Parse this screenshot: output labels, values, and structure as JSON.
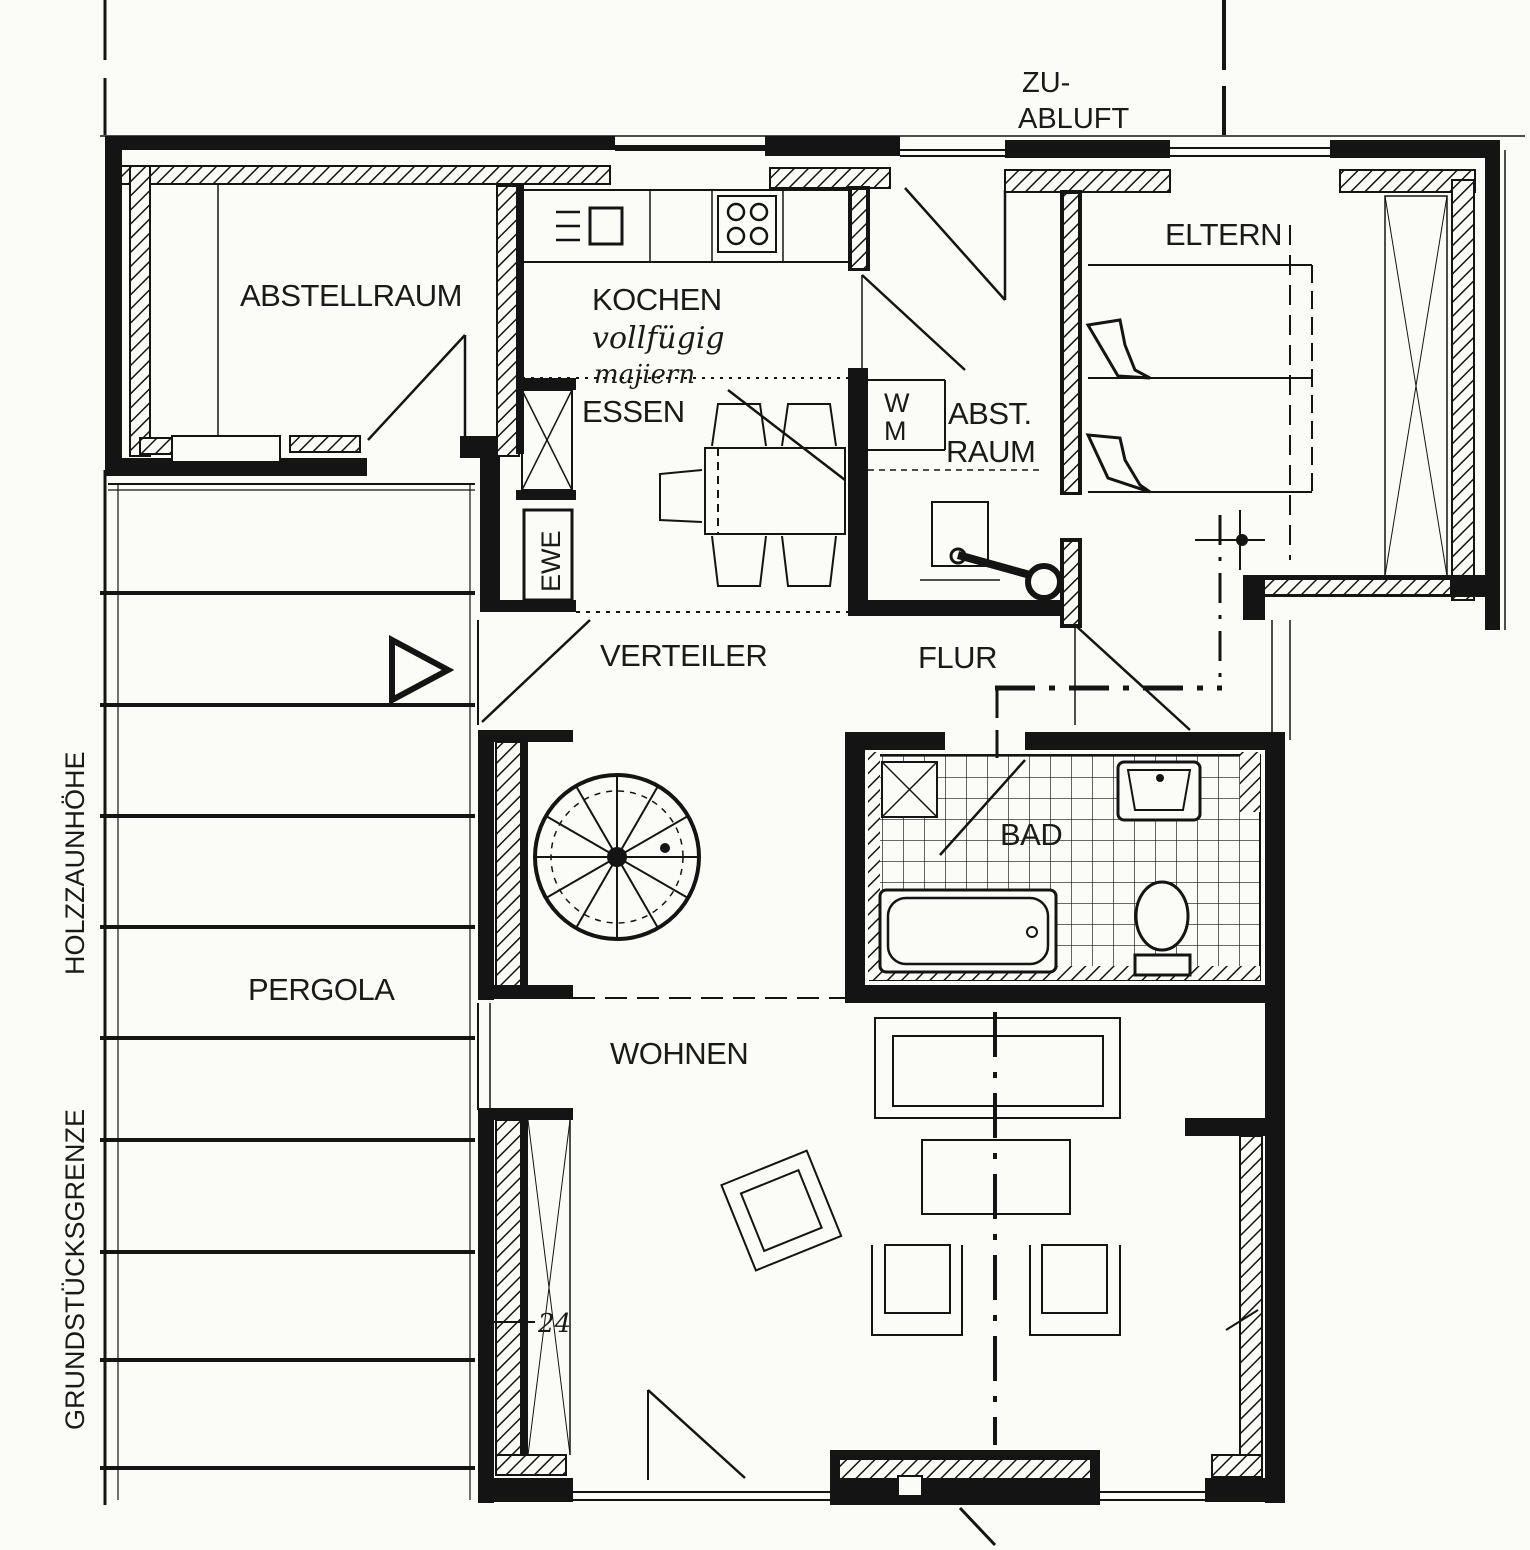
{
  "rooms": {
    "abstellraum": "ABSTELLRAUM",
    "kochen": "KOCHEN",
    "essen": "ESSEN",
    "abst_raum_line1": "ABST.",
    "abst_raum_line2": "RAUM",
    "eltern": "ELTERN",
    "verteiler": "VERTEILER",
    "flur": "FLUR",
    "bad": "BAD",
    "wohnen": "WOHNEN",
    "pergola": "PERGOLA"
  },
  "labels": {
    "zu_abluft_line1": "ZU-",
    "zu_abluft_line2": "ABLUFT",
    "ewe": "EWE",
    "wm": "WM",
    "holzzaunhoehe": "HOLZZAUNHÖHE",
    "grundstuecksgrenze": "GRUNDSTÜCKSGRENZE"
  },
  "handwritten": {
    "kitchen_note_line1": "vollfügig",
    "kitchen_note_line2": "majiern",
    "dimension": "24"
  },
  "colors": {
    "ink": "#141414",
    "paper": "#fbfbf8",
    "hatch": "#141414"
  }
}
